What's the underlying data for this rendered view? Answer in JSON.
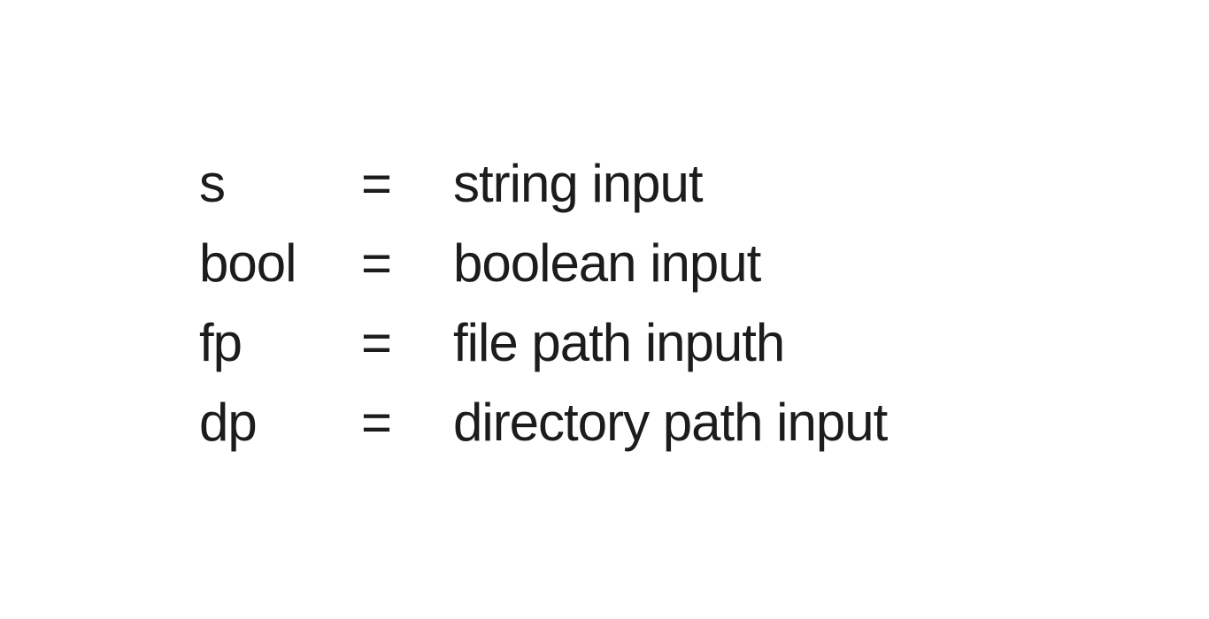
{
  "colors": {
    "background": "#ffffff",
    "text": "#1c1c1c"
  },
  "legend": {
    "rows": [
      {
        "abbr": "s",
        "equals": "=",
        "description": "string input"
      },
      {
        "abbr": "bool",
        "equals": "=",
        "description": "boolean input"
      },
      {
        "abbr": "fp",
        "equals": "=",
        "description": "file path inputh"
      },
      {
        "abbr": "dp",
        "equals": "=",
        "description": "directory path input"
      }
    ]
  }
}
